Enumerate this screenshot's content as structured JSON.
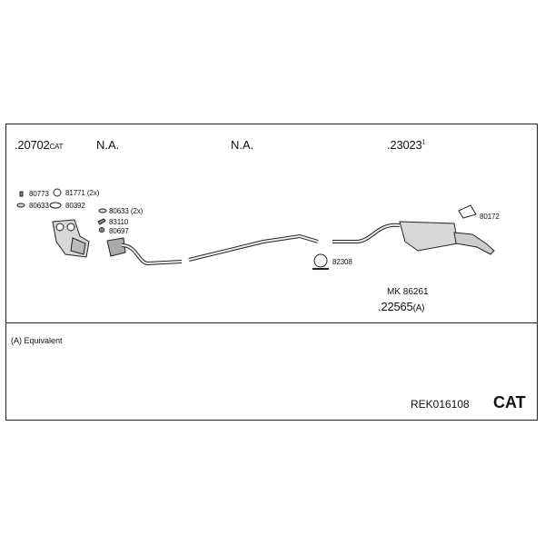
{
  "header_row": {
    "part1_number": ".20702",
    "part1_suffix": "CAT",
    "na1": "N.A.",
    "na2": "N.A.",
    "part4_number": ".23023",
    "part4_sup": "1"
  },
  "fittings": [
    {
      "code": "80773"
    },
    {
      "code": "80633"
    },
    {
      "code": "81771 (2x)"
    },
    {
      "code": "80392"
    },
    {
      "code": "80633 (2x)"
    },
    {
      "code": "83110"
    },
    {
      "code": "80697"
    },
    {
      "code": "82308"
    },
    {
      "code": "80172"
    }
  ],
  "mk_label": "MK 86261",
  "part5_number": ".22565",
  "part5_suffix": "(A)",
  "footnote": "(A) Equivalent",
  "kit_code": "REK016108",
  "kit_type": "CAT"
}
